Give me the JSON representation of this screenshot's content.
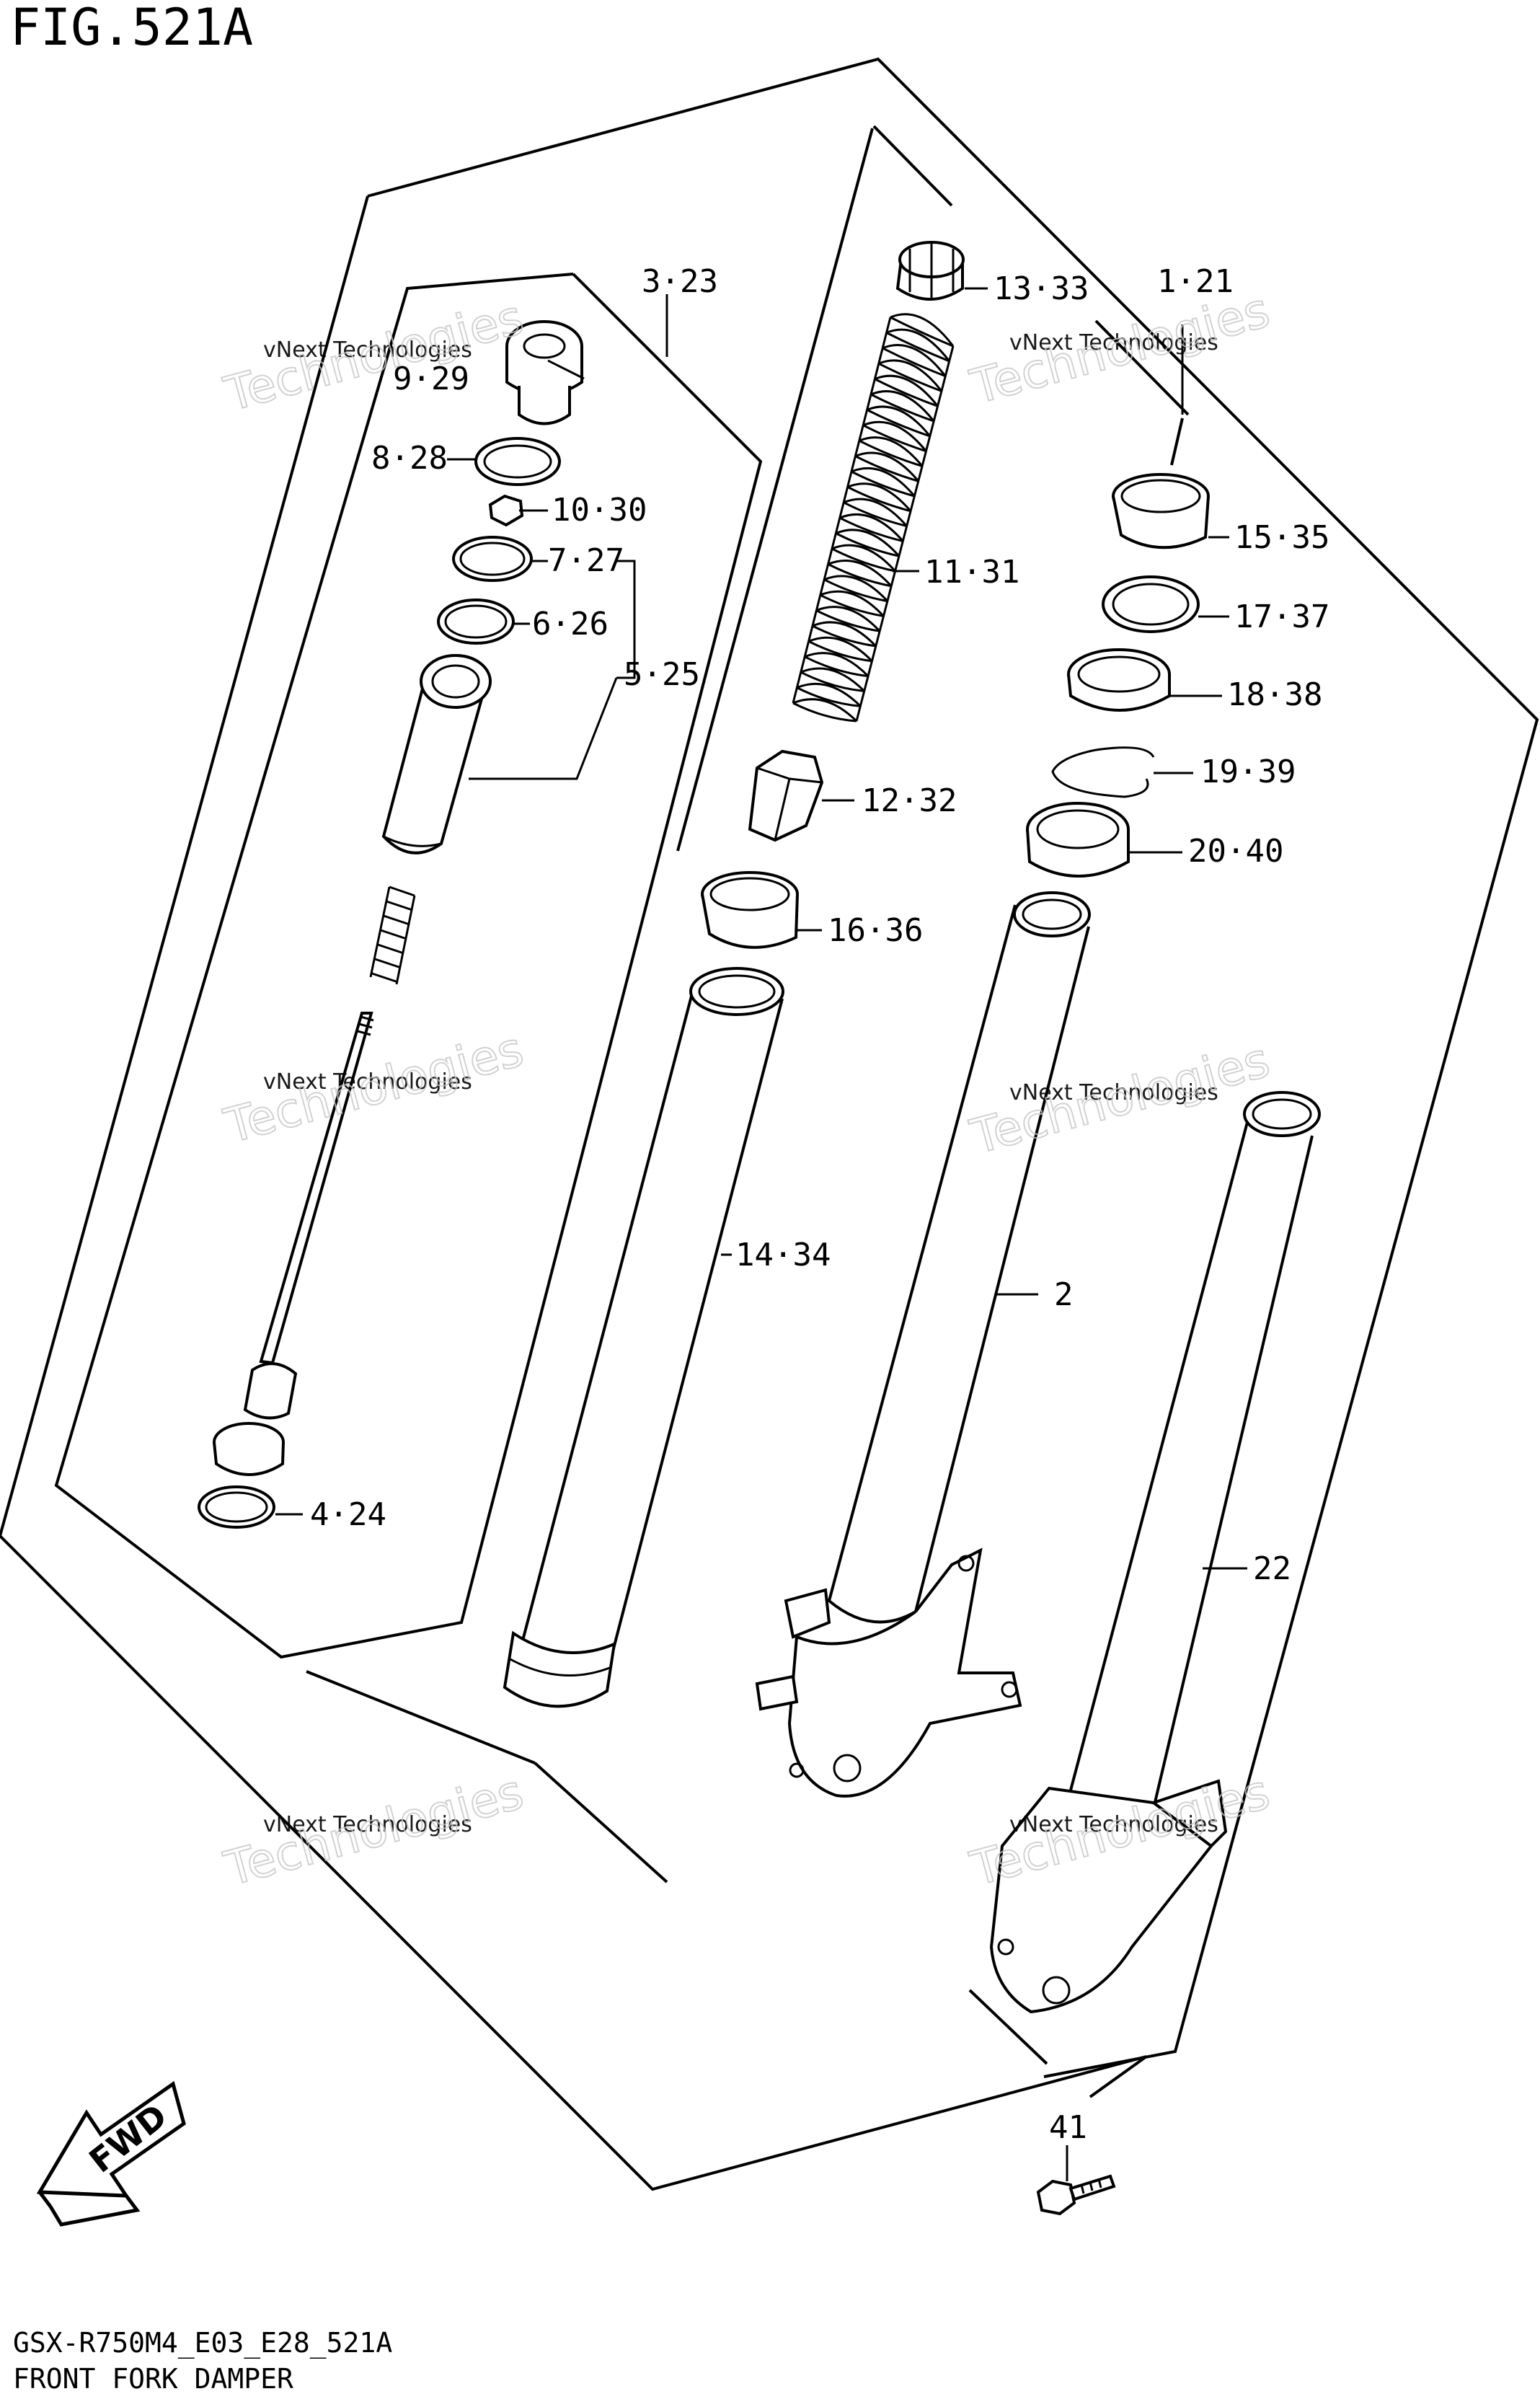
{
  "header": {
    "figure_label": "FIG.521A"
  },
  "footer": {
    "model_code": "GSX-R750M4_E03_E28_521A",
    "section_title": "FRONT FORK DAMPER"
  },
  "watermark": {
    "line1": "vNext Technologies",
    "line2": "Technologies"
  },
  "fwd_label": "FWD",
  "callouts": [
    {
      "key": "c_3_23",
      "text": "3·23"
    },
    {
      "key": "c_9_29",
      "text": "9·29"
    },
    {
      "key": "c_8_28",
      "text": "8·28"
    },
    {
      "key": "c_10_30",
      "text": "10·30"
    },
    {
      "key": "c_7_27",
      "text": "7·27"
    },
    {
      "key": "c_6_26",
      "text": "6·26"
    },
    {
      "key": "c_5_25",
      "text": "5·25"
    },
    {
      "key": "c_4_24",
      "text": "4·24"
    },
    {
      "key": "c_13_33",
      "text": "13·33"
    },
    {
      "key": "c_11_31",
      "text": "11·31"
    },
    {
      "key": "c_12_32",
      "text": "12·32"
    },
    {
      "key": "c_16_36",
      "text": "16·36"
    },
    {
      "key": "c_14_34",
      "text": "14·34"
    },
    {
      "key": "c_1_21",
      "text": "1·21"
    },
    {
      "key": "c_15_35",
      "text": "15·35"
    },
    {
      "key": "c_17_37",
      "text": "17·37"
    },
    {
      "key": "c_18_38",
      "text": "18·38"
    },
    {
      "key": "c_19_39",
      "text": "19·39"
    },
    {
      "key": "c_20_40",
      "text": "20·40"
    },
    {
      "key": "c_2",
      "text": "2"
    },
    {
      "key": "c_22",
      "text": "22"
    },
    {
      "key": "c_41",
      "text": "41"
    }
  ]
}
